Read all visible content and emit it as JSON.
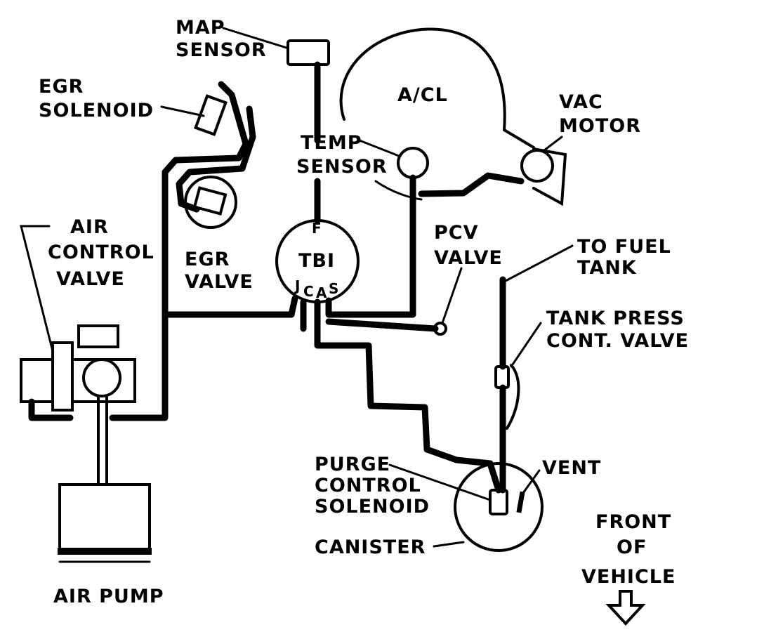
{
  "labels": {
    "map_sensor": [
      "MAP",
      "SENSOR"
    ],
    "egr_solenoid": [
      "EGR",
      "SOLENOID"
    ],
    "acl": "A/CL",
    "vac_motor": [
      "VAC",
      "MOTOR"
    ],
    "temp_sensor": [
      "TEMP",
      "SENSOR"
    ],
    "air_control_valve": [
      "AIR",
      "CONTROL",
      "VALVE"
    ],
    "egr_valve": [
      "EGR",
      "VALVE"
    ],
    "tbi": "TBI",
    "tbi_port_f": "F",
    "tbi_port_j": "J",
    "tbi_port_c": "C",
    "tbi_port_a": "A",
    "tbi_port_s": "S",
    "pcv_valve": [
      "PCV",
      "VALVE"
    ],
    "to_fuel_tank": [
      "TO FUEL",
      "TANK"
    ],
    "tank_press_cont_valve": [
      "TANK PRESS",
      "CONT. VALVE"
    ],
    "purge_control_solenoid": [
      "PURGE",
      "CONTROL",
      "SOLENOID"
    ],
    "vent": "VENT",
    "canister": "CANISTER",
    "front_of_vehicle": [
      "FRONT",
      "OF",
      "VEHICLE"
    ],
    "air_pump": "AIR PUMP"
  }
}
